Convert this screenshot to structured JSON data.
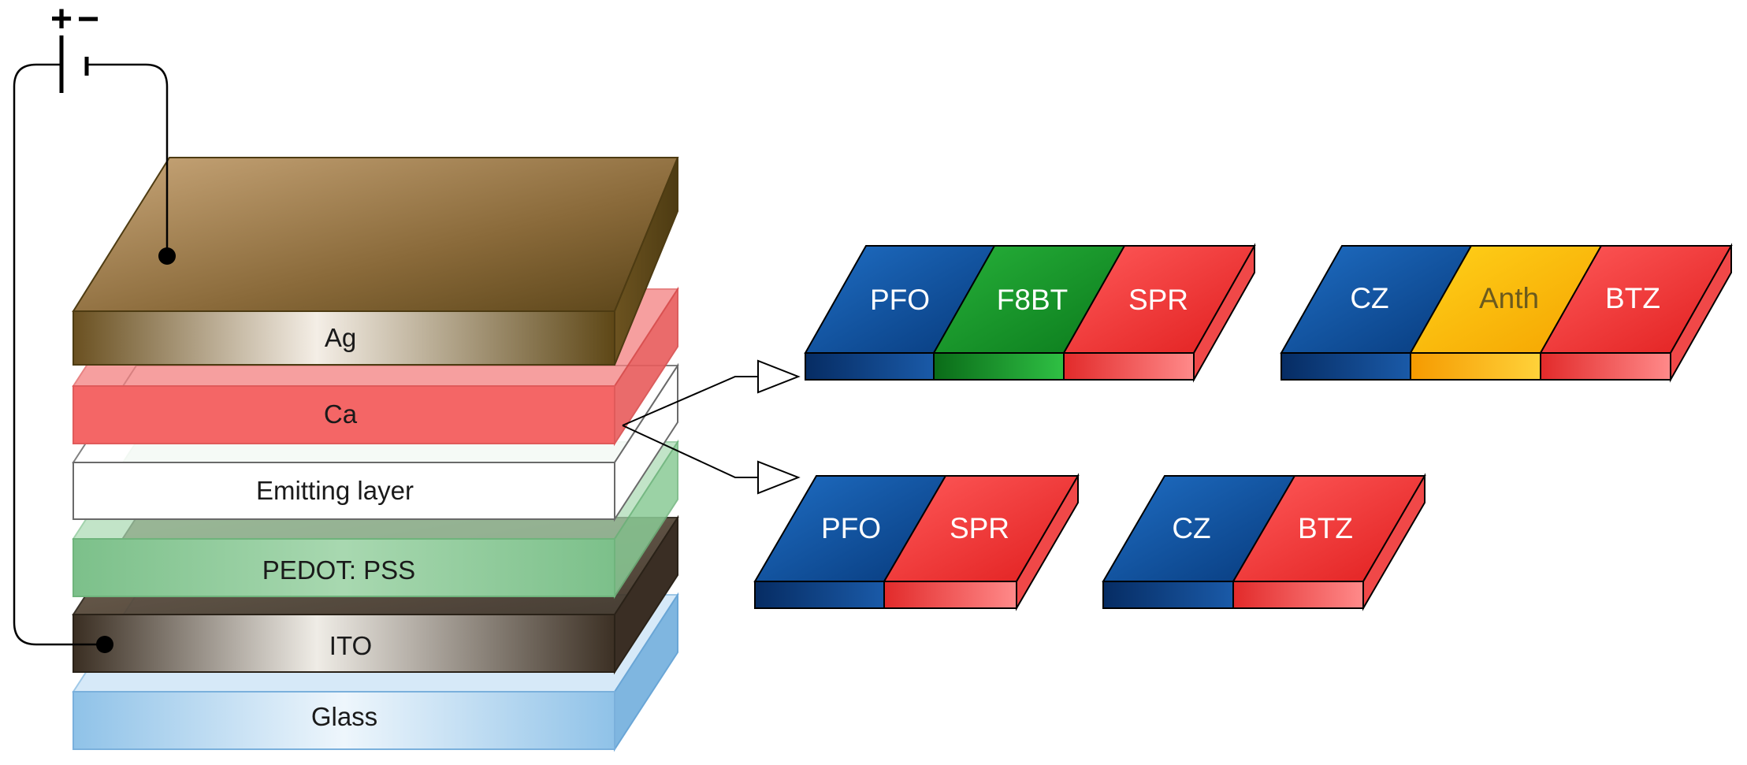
{
  "battery": {
    "plus": "+",
    "minus": "−"
  },
  "device_layers": [
    {
      "label": "Ag"
    },
    {
      "label": "Ca"
    },
    {
      "label": "Emitting layer"
    },
    {
      "label": "PEDOT: PSS"
    },
    {
      "label": "ITO"
    },
    {
      "label": "Glass"
    }
  ],
  "emitter_blends": [
    {
      "blocks": [
        {
          "label": "PFO",
          "color": "#0d4fa0"
        },
        {
          "label": "F8BT",
          "color": "#159a2a"
        },
        {
          "label": "SPR",
          "color": "#f23b3b"
        }
      ]
    },
    {
      "blocks": [
        {
          "label": "CZ",
          "color": "#0d4fa0"
        },
        {
          "label": "Anth",
          "color": "#f5b800"
        },
        {
          "label": "BTZ",
          "color": "#f23b3b"
        }
      ]
    },
    {
      "blocks": [
        {
          "label": "PFO",
          "color": "#0d4fa0"
        },
        {
          "label": "SPR",
          "color": "#f23b3b"
        }
      ]
    },
    {
      "blocks": [
        {
          "label": "CZ",
          "color": "#0d4fa0"
        },
        {
          "label": "BTZ",
          "color": "#f23b3b"
        }
      ]
    }
  ]
}
